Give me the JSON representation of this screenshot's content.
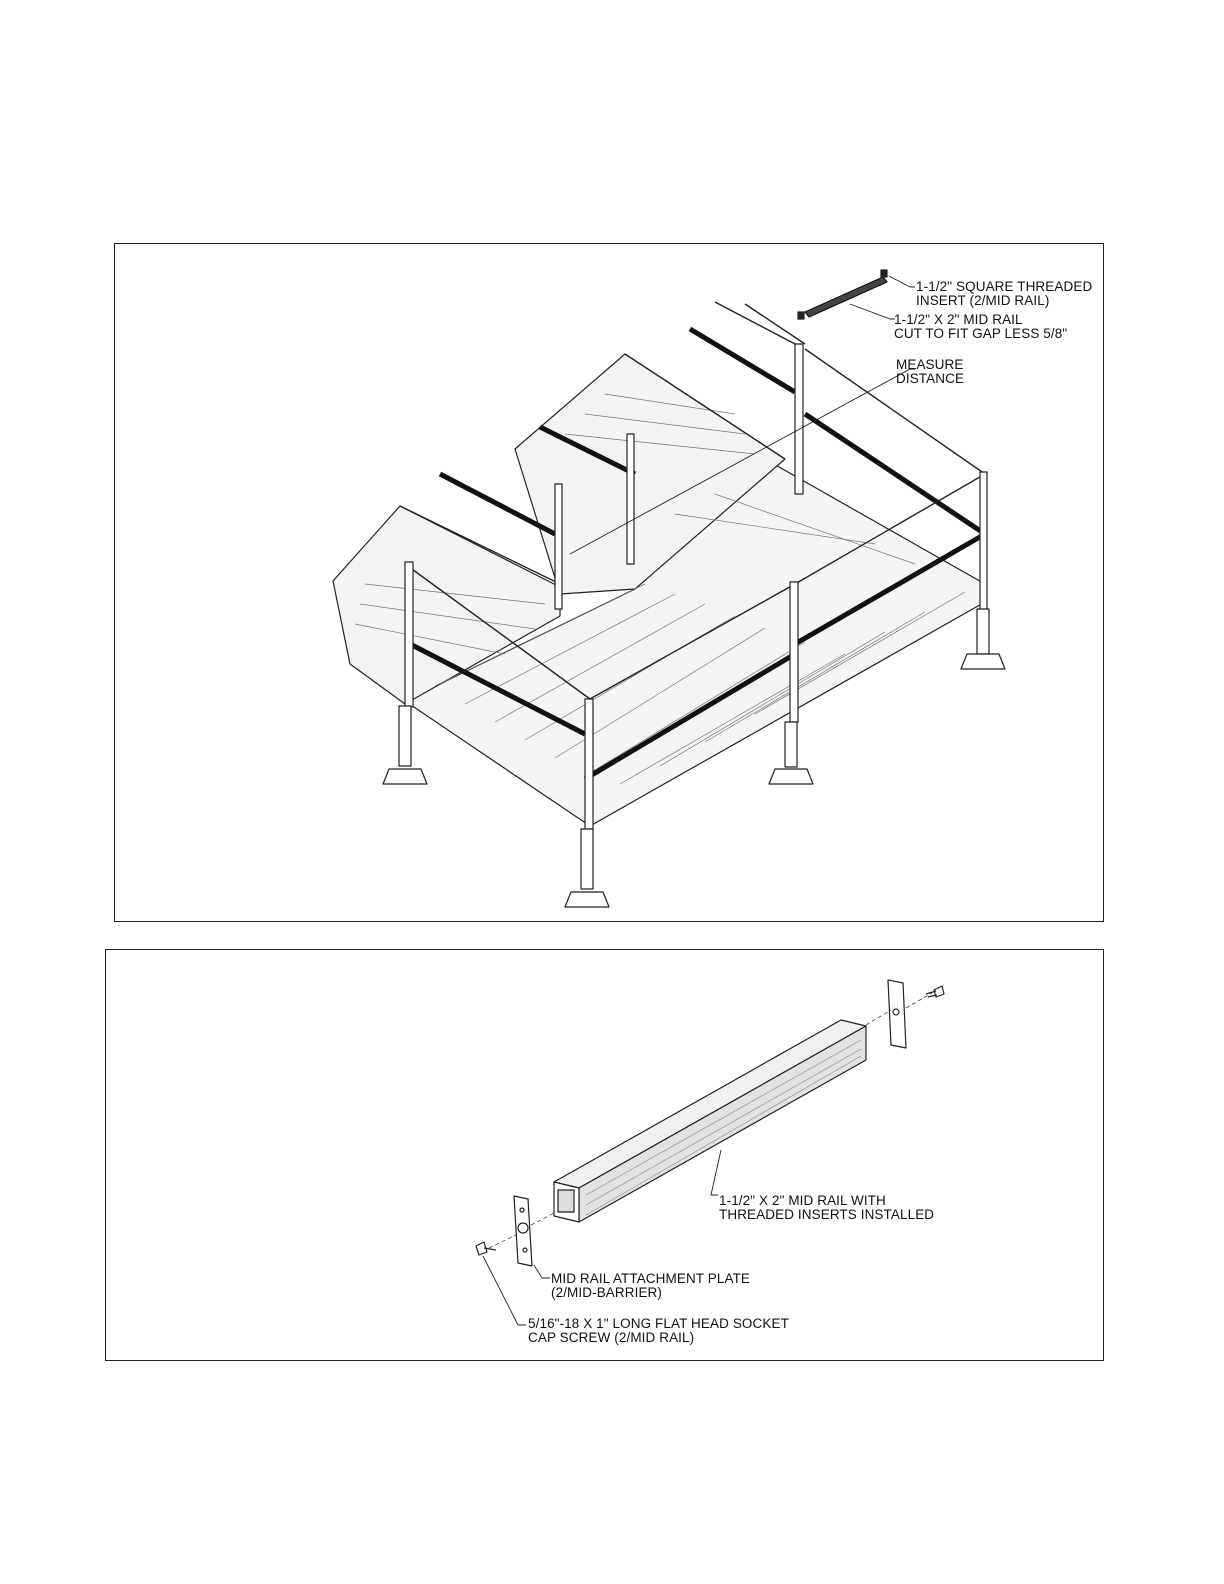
{
  "top_diagram": {
    "callouts": {
      "threaded_insert": [
        "1-1/2\" SQUARE THREADED",
        "INSERT (2/MID RAIL)"
      ],
      "mid_rail_cut": [
        "1-1/2\" X 2\" MID RAIL",
        "CUT TO FIT GAP LESS 5/8\""
      ],
      "measure_distance": [
        "MEASURE",
        "DISTANCE"
      ]
    }
  },
  "bottom_diagram": {
    "callouts": {
      "mid_rail_inserts": [
        "1-1/2\" X 2\" MID RAIL WITH",
        "THREADED INSERTS INSTALLED"
      ],
      "attachment_plate": [
        "MID RAIL ATTACHMENT PLATE",
        "(2/MID-BARRIER)"
      ],
      "cap_screw": [
        "5/16\"-18 X 1\" LONG FLAT HEAD SOCKET",
        "CAP SCREW (2/MID RAIL)"
      ]
    }
  },
  "colors": {
    "line": "#222222",
    "rail_dark": "#111111",
    "deck_fill": "#f2f2f2"
  }
}
